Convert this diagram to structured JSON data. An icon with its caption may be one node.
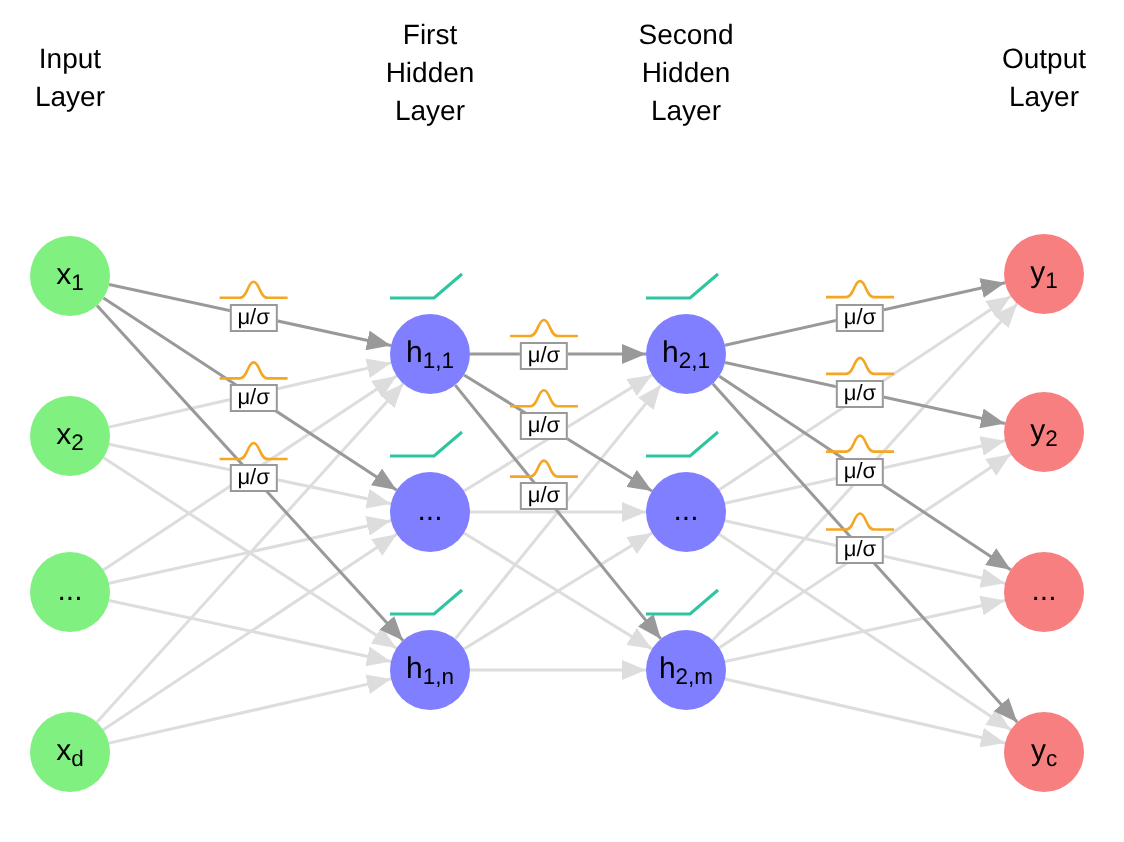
{
  "diagram": {
    "nodes": [
      {
        "text": [
          "x$_{1}$"
        ]
      },
      {
        "text": [
          "x$_{2}$"
        ]
      },
      {
        "text": [
          "..."
        ]
      },
      {
        "text": [
          "x$_{d}$"
        ]
      },
      {
        "text": [
          "h$_{1,1}$"
        ]
      },
      {
        "text": [
          "..."
        ]
      },
      {
        "text": [
          "h$_{1,n}$"
        ]
      },
      {
        "text": [
          "h$_{2,1}$"
        ]
      },
      {
        "text": [
          "..."
        ]
      },
      {
        "text": [
          "h$_{2,m}$"
        ]
      },
      {
        "text": [
          "y$_{1}$"
        ]
      },
      {
        "text": [
          "y$_{2}$"
        ]
      },
      {
        "text": [
          "..."
        ]
      },
      {
        "text": [
          "y$_{c}$"
        ]
      }
    ],
    "edges": [
      {
        "from": 0,
        "to": 4,
        "arrow": "to",
        "label": "μ/σ",
        "color": "#999999"
      },
      {
        "from": 0,
        "to": 5,
        "arrow": "to",
        "label": "μ/σ",
        "color": "#999999"
      },
      {
        "from": 0,
        "to": 6,
        "arrow": "to",
        "label": "μ/σ",
        "color": "#999999"
      },
      {
        "from": 1,
        "to": 4,
        "arrow": "to"
      },
      {
        "from": 1,
        "to": 5,
        "arrow": "to"
      },
      {
        "from": 1,
        "to": 6,
        "arrow": "to"
      },
      {
        "from": 2,
        "to": 4,
        "arrow": "to"
      },
      {
        "from": 2,
        "to": 5,
        "arrow": "to"
      },
      {
        "from": 2,
        "to": 6,
        "arrow": "to"
      },
      {
        "from": 3,
        "to": 4,
        "arrow": "to"
      },
      {
        "from": 3,
        "to": 5,
        "arrow": "to"
      },
      {
        "from": 3,
        "to": 6,
        "arrow": "to"
      },
      {
        "from": 4,
        "to": 7,
        "arrow": "to",
        "label": "μ/σ",
        "color": "#999999"
      },
      {
        "from": 4,
        "to": 8,
        "arrow": "to",
        "label": "μ/σ",
        "color": "#999999"
      },
      {
        "from": 4,
        "to": 9,
        "arrow": "to",
        "label": "μ/σ",
        "color": "#999999"
      },
      {
        "from": 5,
        "to": 7,
        "arrow": "to"
      },
      {
        "from": 5,
        "to": 8,
        "arrow": "to"
      },
      {
        "from": 5,
        "to": 9,
        "arrow": "to"
      },
      {
        "from": 6,
        "to": 7,
        "arrow": "to"
      },
      {
        "from": 6,
        "to": 8,
        "arrow": "to"
      },
      {
        "from": 6,
        "to": 9,
        "arrow": "to"
      },
      {
        "from": 7,
        "to": 10,
        "arrow": "to",
        "label": "μ/σ",
        "color": "#999999"
      },
      {
        "from": 7,
        "to": 11,
        "arrow": "to",
        "label": "μ/σ",
        "color": "#999999"
      },
      {
        "from": 7,
        "to": 12,
        "arrow": "to",
        "label": "μ/σ",
        "color": "#999999"
      },
      {
        "from": 7,
        "to": 13,
        "arrow": "to",
        "label": "μ/σ",
        "color": "#999999"
      },
      {
        "from": 8,
        "to": 10,
        "arrow": "to"
      },
      {
        "from": 8,
        "to": 11,
        "arrow": "to"
      },
      {
        "from": 8,
        "to": 12,
        "arrow": "to"
      },
      {
        "from": 8,
        "to": 13,
        "arrow": "to"
      },
      {
        "from": 9,
        "to": 10,
        "arrow": "to"
      },
      {
        "from": 9,
        "to": 11,
        "arrow": "to"
      },
      {
        "from": 9,
        "to": 12,
        "arrow": "to"
      },
      {
        "from": 9,
        "to": 13,
        "arrow": "to"
      }
    ],
    "labels": [
      "Input Layer",
      "First Hidden Layer",
      "Second Hidden Layer",
      "Output Layer"
    ]
  }
}
